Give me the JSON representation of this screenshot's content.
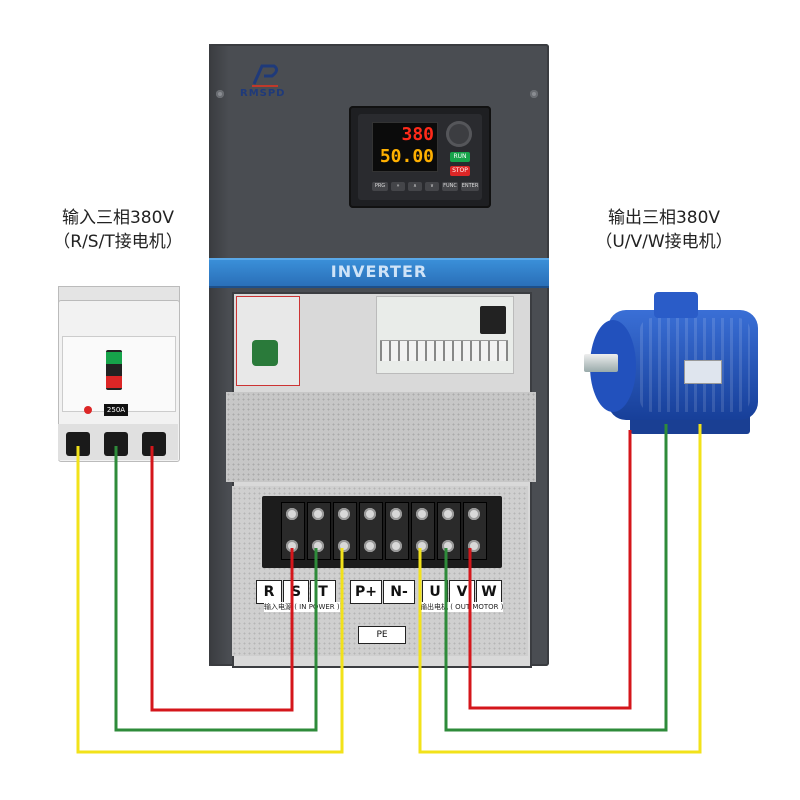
{
  "brand": {
    "name": "RMSPD"
  },
  "labels": {
    "input_line1": "输入三相380V",
    "input_line2": "（R/S/T接电机）",
    "output_line1": "输出三相380V",
    "output_line2": "（U/V/W接电机）"
  },
  "inverter": {
    "band_text": "INVERTER",
    "display_top": "380",
    "display_bottom": "50.00",
    "keys": [
      "PRG",
      "»",
      "∧",
      "∨",
      "FUNC",
      "ENTER"
    ],
    "run_label": "RUN",
    "stop_label": "STOP"
  },
  "terminals": {
    "labels": [
      "R",
      "S",
      "T",
      "P+",
      "N-",
      "U",
      "V",
      "W"
    ],
    "input_caption": "输入电源 ( IN POWER )",
    "output_caption": "输出电机 ( OUT MOTOR )",
    "ground": "PE"
  },
  "breaker": {
    "rating": "250A"
  },
  "colors": {
    "wire_yellow": "#f2e21a",
    "wire_green": "#2e8b3a",
    "wire_red": "#d4161b",
    "band_blue": "#2a7bc8"
  }
}
